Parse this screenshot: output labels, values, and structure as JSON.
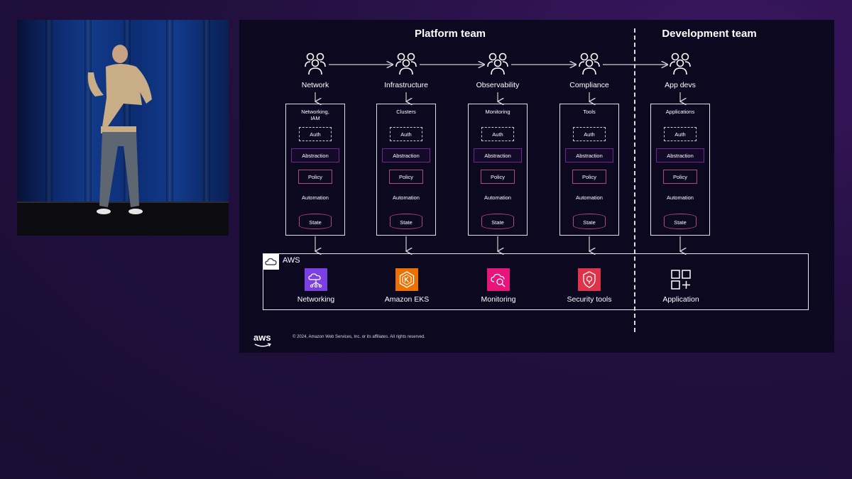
{
  "teams": {
    "platform": "Platform team",
    "development": "Development team"
  },
  "roles": [
    {
      "label": "Network"
    },
    {
      "label": "Infrastructure"
    },
    {
      "label": "Observability"
    },
    {
      "label": "Compliance"
    },
    {
      "label": "App devs"
    }
  ],
  "columns": [
    {
      "title": "Networking,\nIAM"
    },
    {
      "title": "Clusters"
    },
    {
      "title": "Monitoring"
    },
    {
      "title": "Tools"
    },
    {
      "title": "Applications"
    }
  ],
  "stack_labels": {
    "auth": "Auth",
    "abstraction": "Abstraction",
    "policy": "Policy",
    "automation": "Automation",
    "state": "State"
  },
  "aws": {
    "label": "AWS",
    "services": [
      {
        "label": "Networking",
        "icon": "networking-icon",
        "color": "#7b3fe4"
      },
      {
        "label": "Amazon EKS",
        "icon": "eks-icon",
        "color": "#ed7100"
      },
      {
        "label": "Monitoring",
        "icon": "monitoring-icon",
        "color": "#e7157b"
      },
      {
        "label": "Security tools",
        "icon": "security-icon",
        "color": "#dd344c"
      },
      {
        "label": "Application",
        "icon": "application-icon",
        "color": "#ffffff"
      }
    ]
  },
  "footer": {
    "logo": "aws",
    "copyright": "© 2024, Amazon Web Services, Inc. or its affiliates. All rights reserved."
  }
}
